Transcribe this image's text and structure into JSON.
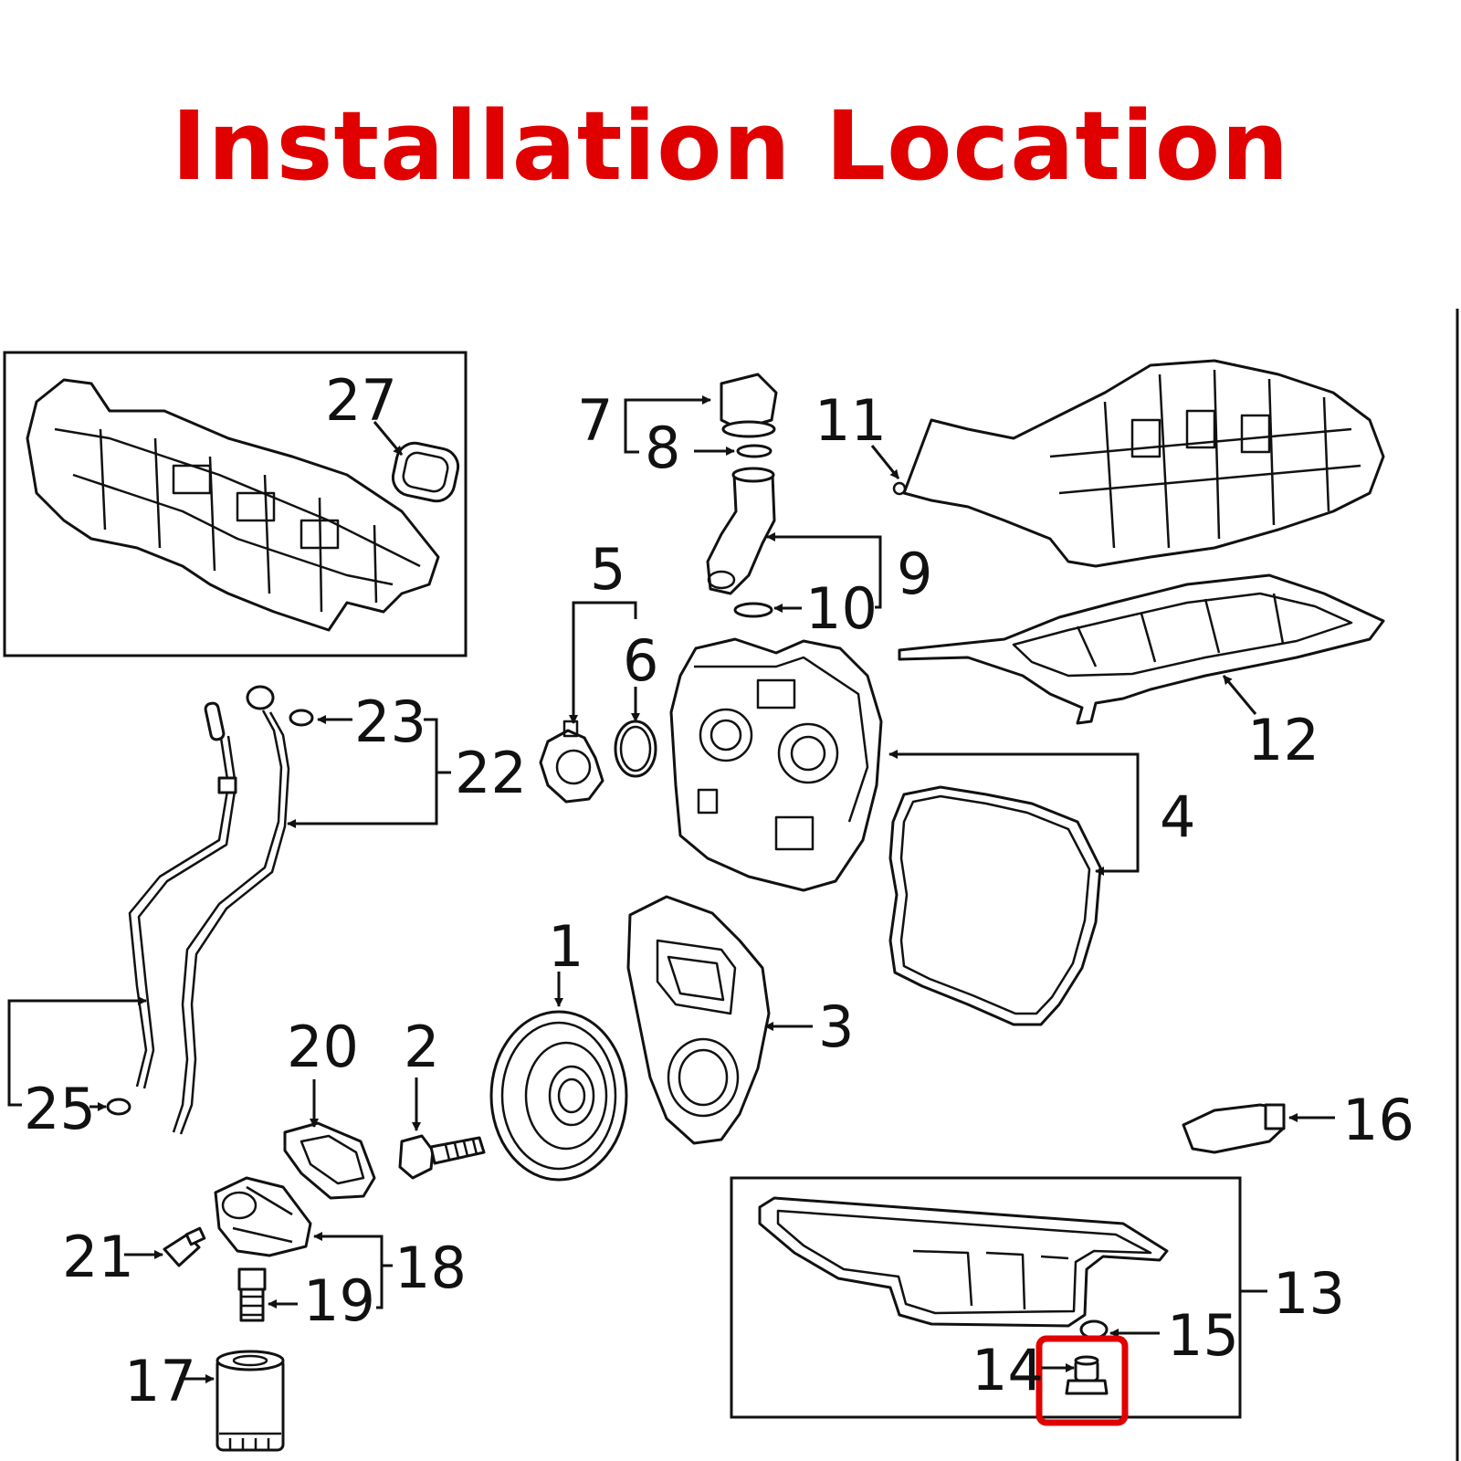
{
  "title": "Installation Location",
  "highlight_color": "#e00000",
  "callouts": {
    "c1": "1",
    "c2": "2",
    "c3": "3",
    "c4": "4",
    "c5": "5",
    "c6": "6",
    "c7": "7",
    "c8": "8",
    "c9": "9",
    "c10": "10",
    "c11": "11",
    "c12": "12",
    "c13": "13",
    "c14": "14",
    "c15": "15",
    "c16": "16",
    "c17": "17",
    "c18": "18",
    "c19": "19",
    "c20": "20",
    "c21": "21",
    "c22": "22",
    "c23": "23",
    "c25": "25",
    "c27": "27"
  },
  "highlighted_part": "14"
}
